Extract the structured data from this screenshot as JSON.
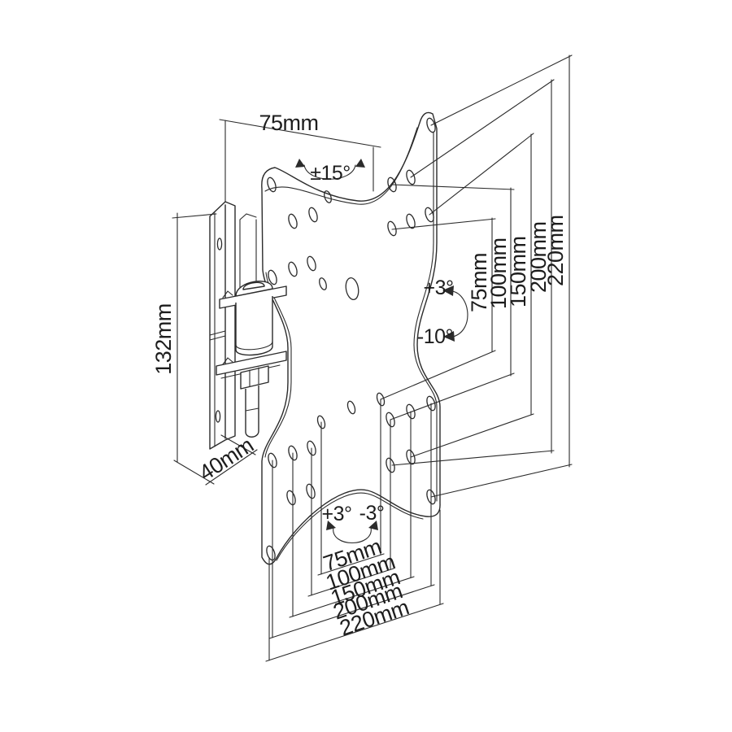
{
  "drawing": {
    "background": "#ffffff",
    "line_color": "#2b2b2b",
    "dimensions": {
      "top_width": "75mm",
      "bracket_height": "132mm",
      "bracket_depth": "40mm"
    },
    "angles": {
      "swivel_range": "±15°",
      "tilt_up": "+3°",
      "tilt_down": "-10°",
      "swivel_left": "+3°",
      "swivel_right": "-3°"
    },
    "vesa_vertical": [
      "75mm",
      "100mm",
      "150mm",
      "200mm",
      "220mm"
    ],
    "vesa_horizontal": [
      "75mm",
      "100mm",
      "150mm",
      "200mm",
      "220mm"
    ]
  }
}
